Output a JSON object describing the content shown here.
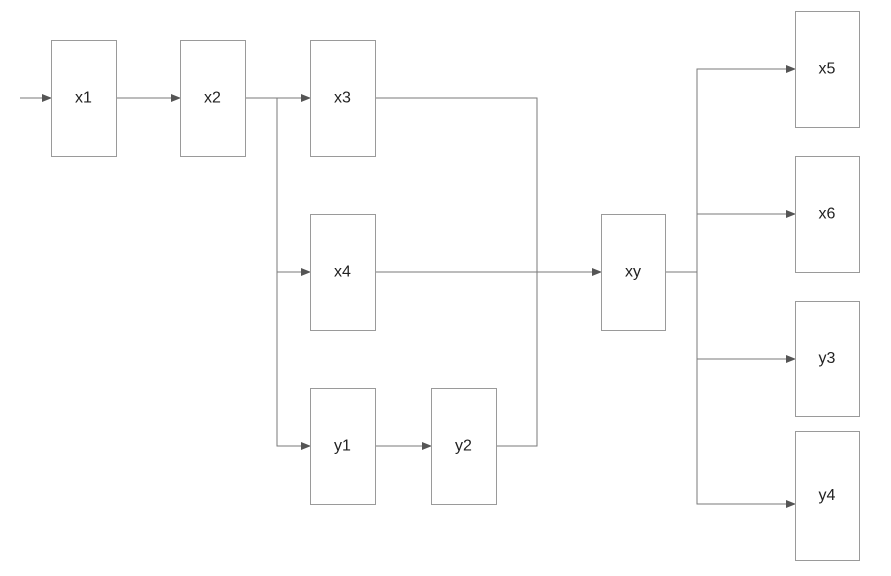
{
  "diagram": {
    "nodes": [
      {
        "id": "x1",
        "label": "x1"
      },
      {
        "id": "x2",
        "label": "x2"
      },
      {
        "id": "x3",
        "label": "x3"
      },
      {
        "id": "x4",
        "label": "x4"
      },
      {
        "id": "y1",
        "label": "y1"
      },
      {
        "id": "y2",
        "label": "y2"
      },
      {
        "id": "xy",
        "label": "xy"
      },
      {
        "id": "x5",
        "label": "x5"
      },
      {
        "id": "x6",
        "label": "x6"
      },
      {
        "id": "y3",
        "label": "y3"
      },
      {
        "id": "y4",
        "label": "y4"
      }
    ],
    "edges": [
      {
        "from": "input",
        "to": "x1"
      },
      {
        "from": "x1",
        "to": "x2"
      },
      {
        "from": "x2",
        "to": "x3"
      },
      {
        "from": "x2",
        "to": "x4"
      },
      {
        "from": "x2",
        "to": "y1"
      },
      {
        "from": "y1",
        "to": "y2"
      },
      {
        "from": "x3",
        "to": "xy"
      },
      {
        "from": "x4",
        "to": "xy"
      },
      {
        "from": "y2",
        "to": "xy"
      },
      {
        "from": "xy",
        "to": "x5"
      },
      {
        "from": "xy",
        "to": "x6"
      },
      {
        "from": "xy",
        "to": "y3"
      },
      {
        "from": "xy",
        "to": "y4"
      }
    ],
    "colors": {
      "box_stroke": "#9a9a9a",
      "edge": "#7a7a7a",
      "arrow": "#555555"
    }
  }
}
